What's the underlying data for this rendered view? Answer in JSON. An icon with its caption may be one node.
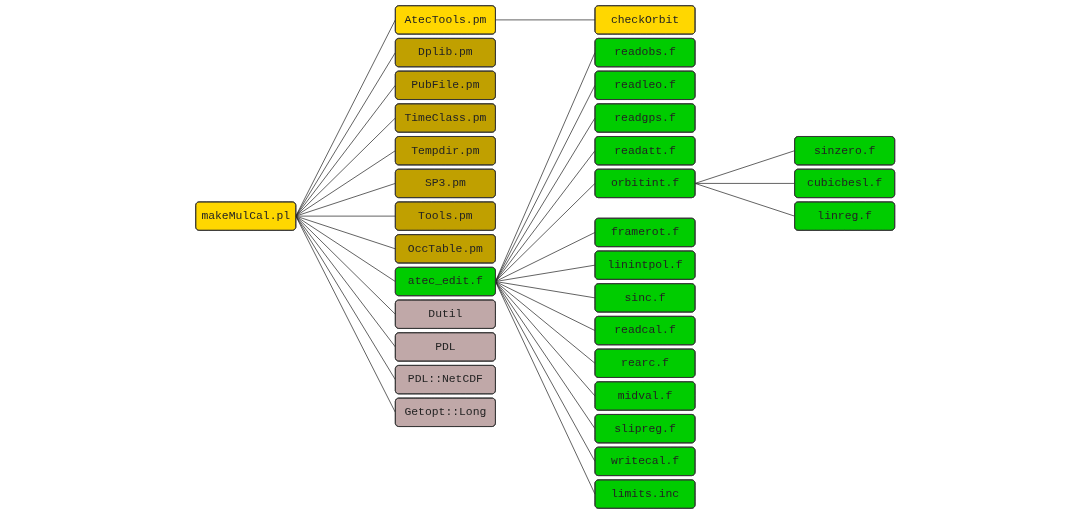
{
  "diagram": {
    "nodes": [
      {
        "text": [
          "makeMulCal.pl"
        ]
      },
      {
        "text": [
          "AtecTools.pm"
        ]
      },
      {
        "text": [
          "Dplib.pm"
        ]
      },
      {
        "text": [
          "PubFile.pm"
        ]
      },
      {
        "text": [
          "TimeClass.pm"
        ]
      },
      {
        "text": [
          "Tempdir.pm"
        ]
      },
      {
        "text": [
          "SP3.pm"
        ]
      },
      {
        "text": [
          "Tools.pm"
        ]
      },
      {
        "text": [
          "OccTable.pm"
        ]
      },
      {
        "text": [
          "atec_edit.f"
        ]
      },
      {
        "text": [
          "Dutil"
        ]
      },
      {
        "text": [
          "PDL"
        ]
      },
      {
        "text": [
          "PDL::NetCDF"
        ]
      },
      {
        "text": [
          "Getopt::Long"
        ]
      },
      {
        "text": [
          "checkOrbit"
        ]
      },
      {
        "text": [
          "readobs.f"
        ]
      },
      {
        "text": [
          "readleo.f"
        ]
      },
      {
        "text": [
          "readgps.f"
        ]
      },
      {
        "text": [
          "readatt.f"
        ]
      },
      {
        "text": [
          "orbitint.f"
        ]
      },
      {
        "text": [
          "framerot.f"
        ]
      },
      {
        "text": [
          "linintpol.f"
        ]
      },
      {
        "text": [
          "sinc.f"
        ]
      },
      {
        "text": [
          "readcal.f"
        ]
      },
      {
        "text": [
          "rearc.f"
        ]
      },
      {
        "text": [
          "midval.f"
        ]
      },
      {
        "text": [
          "slipreg.f"
        ]
      },
      {
        "text": [
          "writecal.f"
        ]
      },
      {
        "text": [
          "limits.inc"
        ]
      },
      {
        "text": [
          "sinzero.f"
        ]
      },
      {
        "text": [
          "cubicbesl.f"
        ]
      },
      {
        "text": [
          "linreg.f"
        ]
      }
    ],
    "edges": [
      {
        "from": 0,
        "to": 1,
        "arrow": "none"
      },
      {
        "from": 0,
        "to": 2,
        "arrow": "none"
      },
      {
        "from": 0,
        "to": 3,
        "arrow": "none"
      },
      {
        "from": 0,
        "to": 4,
        "arrow": "none"
      },
      {
        "from": 0,
        "to": 5,
        "arrow": "none"
      },
      {
        "from": 0,
        "to": 6,
        "arrow": "none"
      },
      {
        "from": 0,
        "to": 7,
        "arrow": "none"
      },
      {
        "from": 0,
        "to": 8,
        "arrow": "none"
      },
      {
        "from": 0,
        "to": 9,
        "arrow": "none"
      },
      {
        "from": 0,
        "to": 10,
        "arrow": "none"
      },
      {
        "from": 0,
        "to": 11,
        "arrow": "none"
      },
      {
        "from": 0,
        "to": 12,
        "arrow": "none"
      },
      {
        "from": 0,
        "to": 13,
        "arrow": "none"
      },
      {
        "from": 1,
        "to": 14,
        "arrow": "none"
      },
      {
        "from": 9,
        "to": 15,
        "arrow": "none"
      },
      {
        "from": 9,
        "to": 16,
        "arrow": "none"
      },
      {
        "from": 9,
        "to": 17,
        "arrow": "none"
      },
      {
        "from": 9,
        "to": 18,
        "arrow": "none"
      },
      {
        "from": 9,
        "to": 19,
        "arrow": "none"
      },
      {
        "from": 9,
        "to": 20,
        "arrow": "none"
      },
      {
        "from": 9,
        "to": 21,
        "arrow": "none"
      },
      {
        "from": 9,
        "to": 22,
        "arrow": "none"
      },
      {
        "from": 9,
        "to": 23,
        "arrow": "none"
      },
      {
        "from": 9,
        "to": 24,
        "arrow": "none"
      },
      {
        "from": 9,
        "to": 25,
        "arrow": "none"
      },
      {
        "from": 9,
        "to": 26,
        "arrow": "none"
      },
      {
        "from": 9,
        "to": 27,
        "arrow": "none"
      },
      {
        "from": 9,
        "to": 28,
        "arrow": "none"
      },
      {
        "from": 19,
        "to": 29,
        "arrow": "none"
      },
      {
        "from": 19,
        "to": 30,
        "arrow": "none"
      },
      {
        "from": 19,
        "to": 31,
        "arrow": "none"
      }
    ]
  }
}
